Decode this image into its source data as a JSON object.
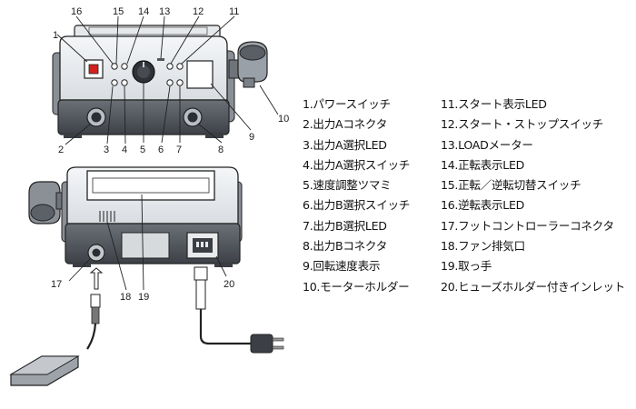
{
  "callouts_front": [
    "1",
    "2",
    "3",
    "4",
    "5",
    "6",
    "7",
    "8",
    "9",
    "10",
    "11",
    "12",
    "13",
    "14",
    "15",
    "16"
  ],
  "callouts_back": [
    "17",
    "18",
    "19",
    "20"
  ],
  "legend_left": [
    "1.パワースイッチ",
    "2.出力Aコネクタ",
    "3.出力A選択LED",
    "4.出力A選択スイッチ",
    "5.速度調整ツマミ",
    "6.出力B選択スイッチ",
    "7.出力B選択LED",
    "8.出力Bコネクタ",
    "9.回転速度表示",
    "10.モーターホルダー"
  ],
  "legend_right": [
    "11.スタート表示LED",
    "12.スタート・ストップスイッチ",
    "13.LOADメーター",
    "14.正転表示LED",
    "15.正転／逆転切替スイッチ",
    "16.逆転表示LED",
    "17.フットコントローラーコネクタ",
    "18.ファン排気口",
    "19.取っ手",
    "20.ヒューズホルダー付きインレット"
  ]
}
